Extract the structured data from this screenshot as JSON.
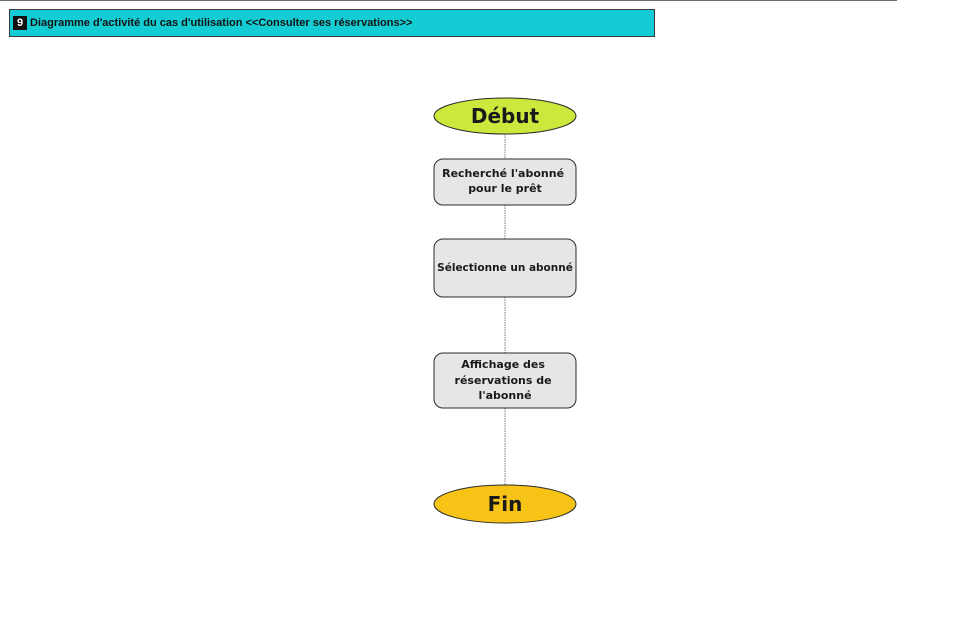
{
  "title": {
    "number": "9",
    "text": "Diagramme d'activité du cas d'utilisation <<Consulter ses réservations>>"
  },
  "nodes": {
    "start": {
      "label": "Début"
    },
    "step1": {
      "lines": [
        "Recherché l'abonné",
        "pour le prêt"
      ]
    },
    "step2": {
      "lines": [
        "Sélectionne un abonné"
      ]
    },
    "step3": {
      "lines": [
        "Affichage des",
        "réservations de",
        "l'abonné"
      ]
    },
    "end": {
      "label": "Fin"
    }
  },
  "colors": {
    "banner": "#14cdd4",
    "start": "#cde83c",
    "activity": "#e6e6e6",
    "end": "#f6c316",
    "connector": "#7a7a7a"
  }
}
